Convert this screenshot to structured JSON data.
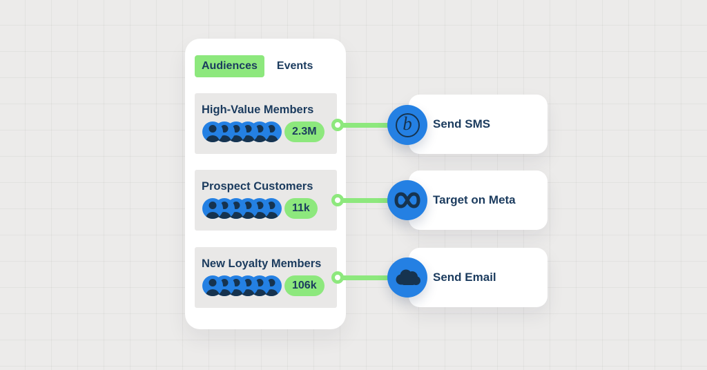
{
  "palette": {
    "background": "#ECEBEA",
    "accent_green": "#8DE87D",
    "brand_blue": "#2480E3",
    "text_navy": "#1B3B5E",
    "card_gray": "#E9E8E7",
    "card_white": "#FFFFFF"
  },
  "panel": {
    "tabs": [
      {
        "label": "Audiences",
        "active": true
      },
      {
        "label": "Events",
        "active": false
      }
    ],
    "audiences": [
      {
        "title": "High-Value Members",
        "count": "2.3M",
        "avatar_count": 6
      },
      {
        "title": "Prospect Customers",
        "count": "11k",
        "avatar_count": 6
      },
      {
        "title": "New Loyalty Members",
        "count": "106k",
        "avatar_count": 6
      }
    ]
  },
  "actions": [
    {
      "label": "Send SMS",
      "icon": "braze-logo-icon"
    },
    {
      "label": "Target on Meta",
      "icon": "meta-logo-icon"
    },
    {
      "label": "Send Email",
      "icon": "salesforce-logo-icon"
    }
  ],
  "braze_glyph": "b"
}
